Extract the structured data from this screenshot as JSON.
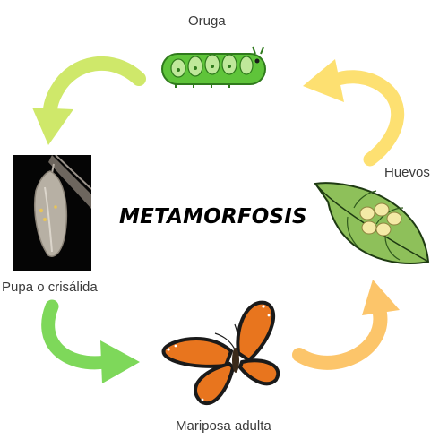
{
  "title": "METAMORFOSIS",
  "stages": {
    "eggs": "Huevos",
    "caterpillar": "Oruga",
    "pupa": "Pupa o crisálida",
    "butterfly": "Mariposa adulta"
  },
  "colors": {
    "arrow_yellow": "#fde071",
    "arrow_lime": "#cfe86a",
    "arrow_green": "#7ed85a",
    "arrow_orange": "#fcc56a",
    "caterpillar": "#5fc43a",
    "leaf": "#8ec05a",
    "butterfly": "#e8751e"
  }
}
